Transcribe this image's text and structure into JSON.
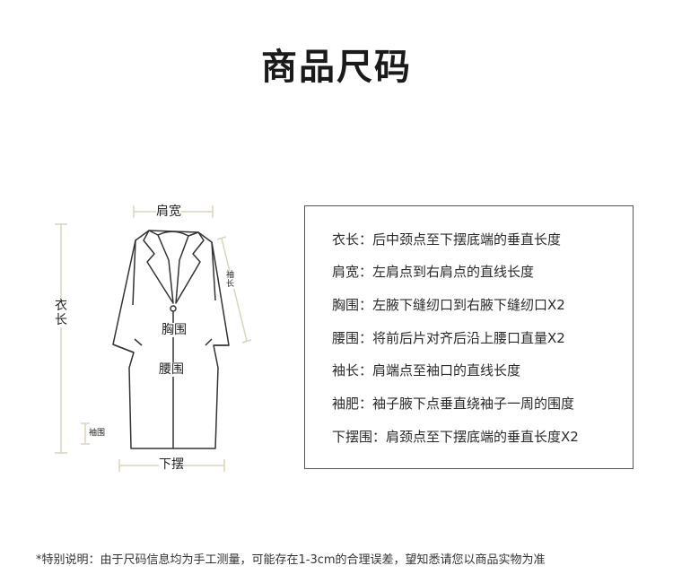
{
  "title": "商品尺码",
  "diagram": {
    "shoulder_label": "肩宽",
    "sleeve_label": "袖长",
    "length_label": "衣长",
    "chest_label": "胸围",
    "waist_label": "腰围",
    "cuff_label": "袖围",
    "hem_label": "下摆"
  },
  "definitions": [
    "衣长：后中颈点至下摆底端的垂直长度",
    "肩宽：左肩点到右肩点的直线长度",
    "胸围：左腋下缝纫口到右腋下缝纫口X2",
    "腰围：将前后片对齐后沿上腰口直量X2",
    "袖长：肩端点至袖口的直线长度",
    "袖肥：袖子腋下点垂直绕袖子一周的围度",
    "下摆围：肩颈点至下摆底端的垂直长度X2"
  ],
  "note": "*特别说明：由于尺码信息均为手工测量，可能存在1-3cm的合理误差，望知悉请您以商品实物为准",
  "colors": {
    "measure_line": "#d8d5b8",
    "garment_stroke": "#333333"
  }
}
